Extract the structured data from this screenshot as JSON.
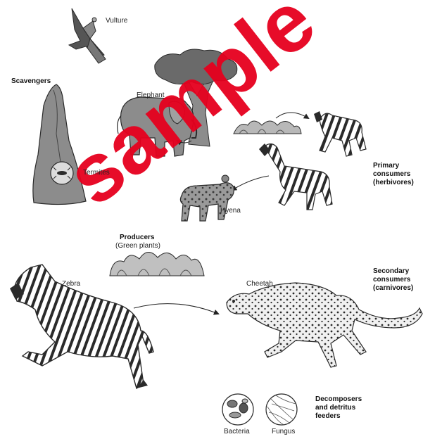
{
  "labels": {
    "vulture": "Vulture",
    "scavengers": "Scavengers",
    "elephant": "Elephant",
    "termites": "Termites",
    "hyena": "Hyena",
    "primary_1": "Primary",
    "primary_2": "consumers",
    "primary_3": "(herbivores)",
    "producers_1": "Producers",
    "producers_2": "(Green plants)",
    "zebra": "Zebra",
    "cheetah": "Cheetah",
    "secondary_1": "Secondary",
    "secondary_2": "consumers",
    "secondary_3": "(carnivores)",
    "decomposers_1": "Decomposers",
    "decomposers_2": "and detritus",
    "decomposers_3": "feeders",
    "bacteria": "Bacteria",
    "fungus": "Fungus"
  },
  "colors": {
    "outline": "#2a2a2a",
    "animal_grey": "#8c8c8c",
    "light_grey": "#c8c8c8",
    "dark_grey": "#555555",
    "watermark": "#e6001e"
  }
}
